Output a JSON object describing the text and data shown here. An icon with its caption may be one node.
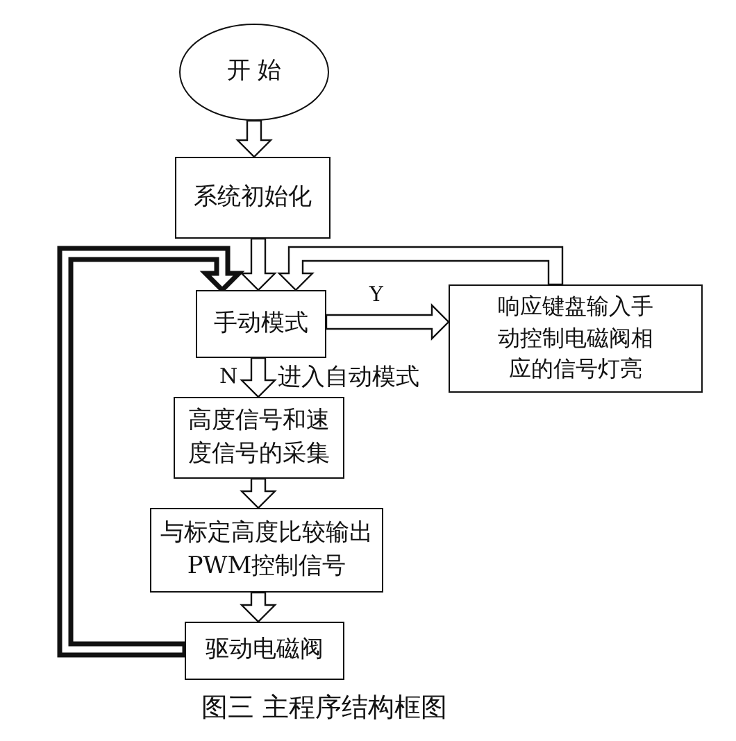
{
  "diagram": {
    "caption": "图三 主程序结构框图",
    "nodes": [
      {
        "text": [
          "开 始"
        ]
      },
      {
        "text": [
          "系统初始化"
        ]
      },
      {
        "text": [
          "手动模式"
        ]
      },
      {
        "text": [
          "响应键盘输入手动控制电磁阀相应的信号灯亮"
        ]
      },
      {
        "text": [
          "高度信号和速度信号的采集"
        ]
      },
      {
        "text": [
          "与标定高度比较输出PWM控制信号"
        ]
      },
      {
        "text": [
          "驱动电磁阀"
        ]
      }
    ],
    "edges": [
      {
        "from": 0,
        "to": 1,
        "arrow": "to"
      },
      {
        "from": 1,
        "to": 2,
        "arrow": "to"
      },
      {
        "from": 2,
        "to": 3,
        "arrow": "to",
        "label": "Y"
      },
      {
        "from": 2,
        "to": 4,
        "arrow": "to",
        "label": "N"
      },
      {
        "from": 4,
        "to": 5,
        "arrow": "to"
      },
      {
        "from": 5,
        "to": 6,
        "arrow": "to"
      },
      {
        "from": 6,
        "to": 2,
        "arrow": "to",
        "style": "thick"
      },
      {
        "from": 3,
        "to": 2,
        "arrow": "to"
      }
    ],
    "labels": [
      "进入自动模式"
    ]
  }
}
